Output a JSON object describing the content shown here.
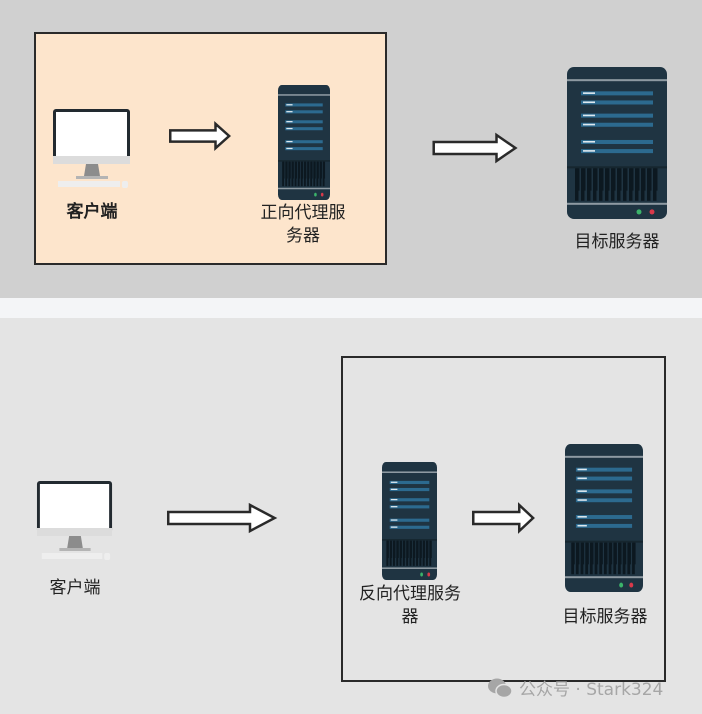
{
  "forward_proxy": {
    "client_label": "客户端",
    "proxy_label": "正向代理服务器",
    "target_label": "目标服务器"
  },
  "reverse_proxy": {
    "client_label": "客户端",
    "proxy_label": "反向代理服务器",
    "target_label": "目标服务器"
  },
  "watermark": {
    "text": "公众号 · Stark324",
    "icon": "wechat-icon"
  },
  "colors": {
    "forward_box": "#fde5cc",
    "server_body": "#1f3442",
    "server_bar": "#2c6a8f"
  }
}
